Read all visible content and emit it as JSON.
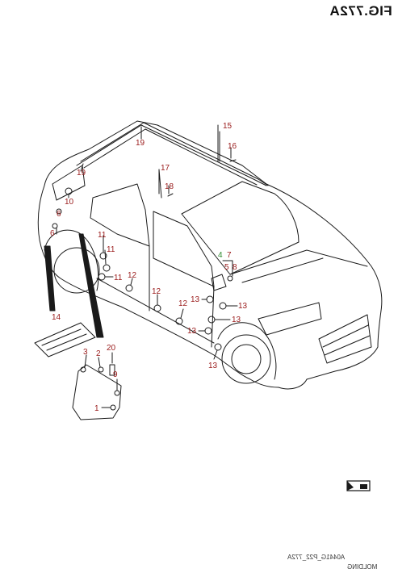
{
  "figure": {
    "title": "FIG.772A",
    "footer_code": "A0441G_P22_772A",
    "footer_name": "MOLDING"
  },
  "callouts": [
    {
      "id": "c19a",
      "label": "19"
    },
    {
      "id": "c15",
      "label": "15"
    },
    {
      "id": "c16",
      "label": "16"
    },
    {
      "id": "c19b",
      "label": "19"
    },
    {
      "id": "c17",
      "label": "17"
    },
    {
      "id": "c18",
      "label": "18"
    },
    {
      "id": "c10",
      "label": "10"
    },
    {
      "id": "c6a",
      "label": "6"
    },
    {
      "id": "c6b",
      "label": "6"
    },
    {
      "id": "c11a",
      "label": "11"
    },
    {
      "id": "c11b",
      "label": "11"
    },
    {
      "id": "c11c",
      "label": "11"
    },
    {
      "id": "c12a",
      "label": "12"
    },
    {
      "id": "c12b",
      "label": "12"
    },
    {
      "id": "c12c",
      "label": "12"
    },
    {
      "id": "c4",
      "label": "4"
    },
    {
      "id": "c7",
      "label": "7"
    },
    {
      "id": "c5",
      "label": "5"
    },
    {
      "id": "c8",
      "label": "8"
    },
    {
      "id": "c13a",
      "label": "13"
    },
    {
      "id": "c13b",
      "label": "13"
    },
    {
      "id": "c13c",
      "label": "13"
    },
    {
      "id": "c13d",
      "label": "13"
    },
    {
      "id": "c13e",
      "label": "13"
    },
    {
      "id": "c14",
      "label": "14"
    },
    {
      "id": "c3",
      "label": "3"
    },
    {
      "id": "c2",
      "label": "2"
    },
    {
      "id": "c20",
      "label": "20"
    },
    {
      "id": "c9",
      "label": "9"
    },
    {
      "id": "c1",
      "label": "1"
    }
  ],
  "colors": {
    "line": "#1a1a1a",
    "callout": "#9a1b1b",
    "highlight": "#2f8a2f"
  },
  "icons": {
    "direction_marker": "front-arrow-icon"
  }
}
